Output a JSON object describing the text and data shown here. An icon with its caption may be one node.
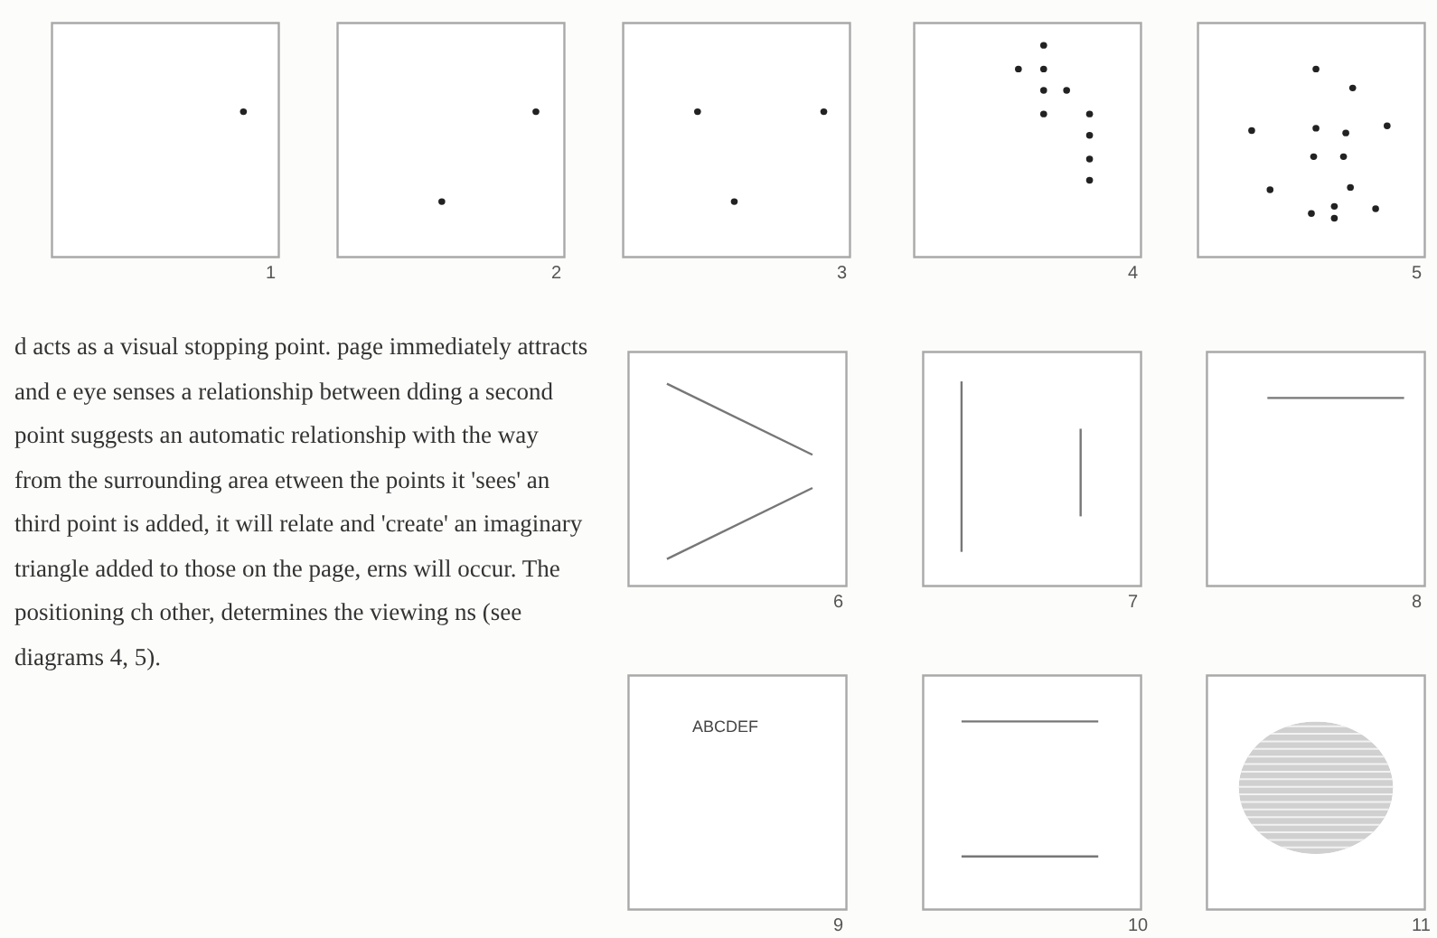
{
  "diagram": {
    "labels": [
      "1",
      "2",
      "3",
      "4",
      "5",
      "d acts as a visual stopping point. page immediately attracts and e eye senses a relationship between dding a second point suggests an automatic relationship with the way from the surrounding area etween the points it 'sees' an third point is added, it will relate and 'create' an imaginary triangle added to those on the page, erns will occur. The positioning ch other, determines the viewing ns (see diagrams 4, 5).",
      "6",
      "7",
      "8",
      "ABCDEF",
      "9",
      "10",
      "11"
    ]
  }
}
